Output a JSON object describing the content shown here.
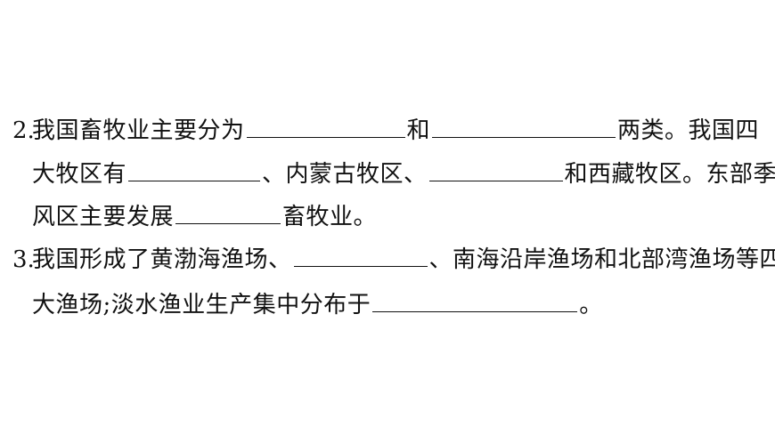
{
  "q2": {
    "number": "2.",
    "line1_a": "我国畜牧业主要分为",
    "line1_b": "和",
    "line1_c": "两类。我国四",
    "line2_a": "大牧区有",
    "line2_b": "、内蒙古牧区、",
    "line2_c": "和西藏牧区。东部季",
    "line3_a": "风区主要发展",
    "line3_b": "畜牧业。"
  },
  "q3": {
    "number": "3.",
    "line1_a": "我国形成了黄渤海渔场、",
    "line1_b": "、南海沿岸渔场和北部湾渔场等四",
    "line2_a": "大渔场;淡水渔业生产集中分布于",
    "line2_b": "。"
  }
}
